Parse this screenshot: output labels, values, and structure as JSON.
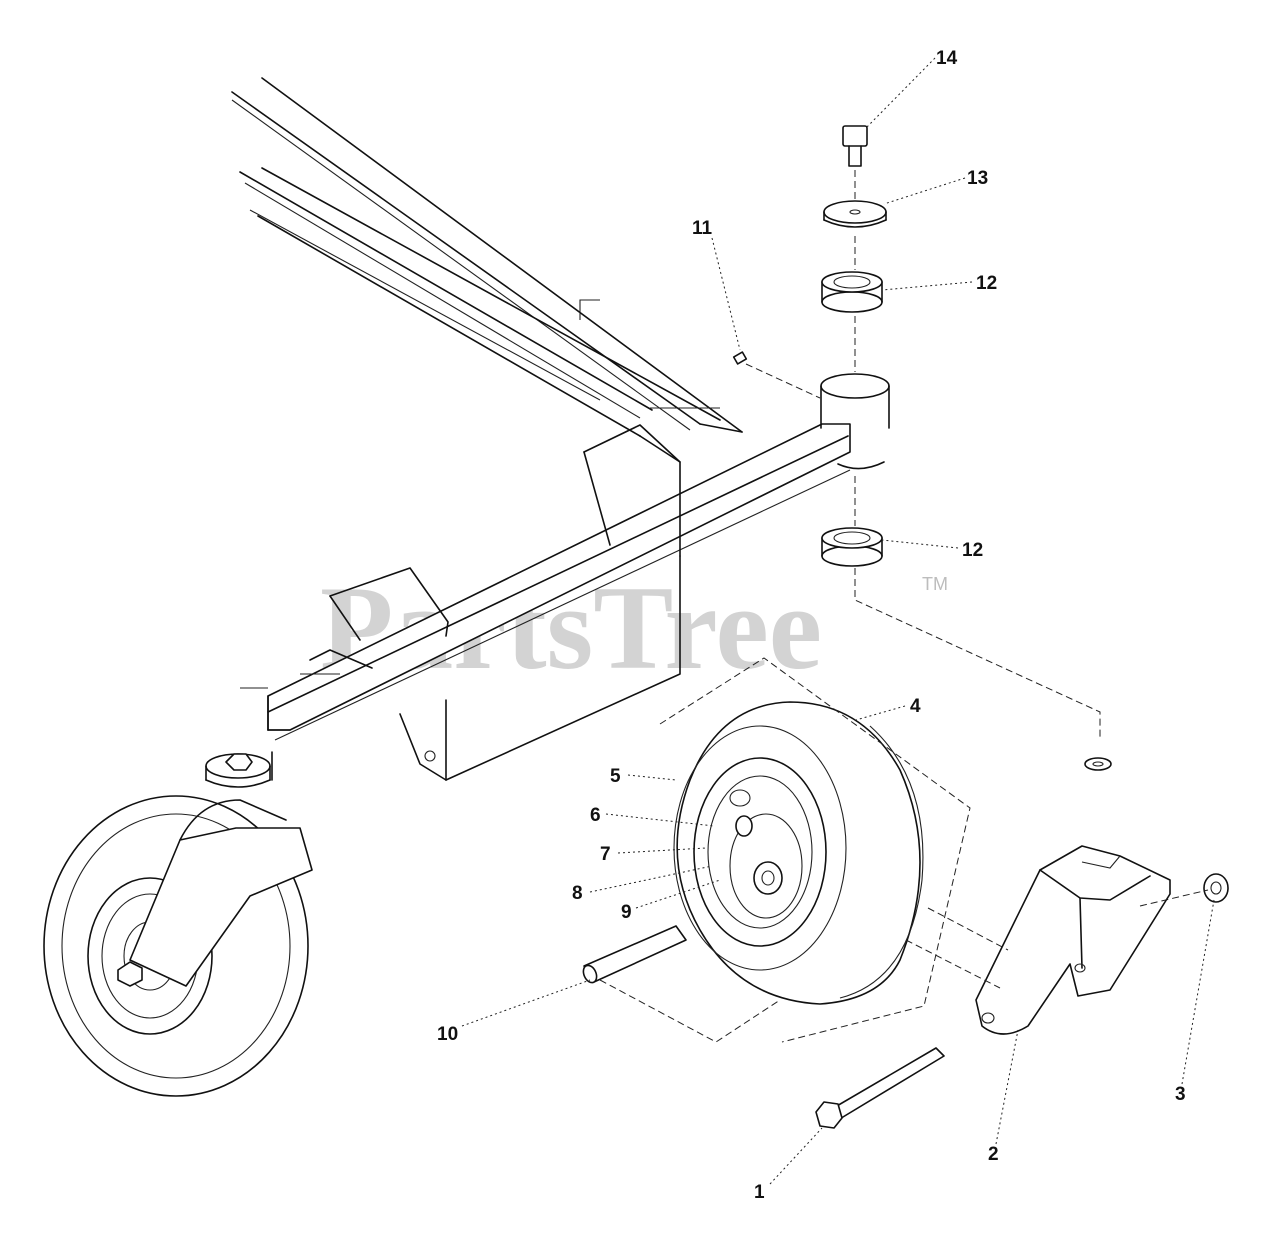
{
  "diagram": {
    "watermark": "PartsTree",
    "trademark": "TM",
    "callouts": {
      "c1": "1",
      "c2": "2",
      "c3": "3",
      "c4": "4",
      "c5": "5",
      "c6": "6",
      "c7": "7",
      "c8": "8",
      "c9": "9",
      "c10": "10",
      "c11": "11",
      "c12a": "12",
      "c12b": "12",
      "c13": "13",
      "c14": "14"
    }
  }
}
